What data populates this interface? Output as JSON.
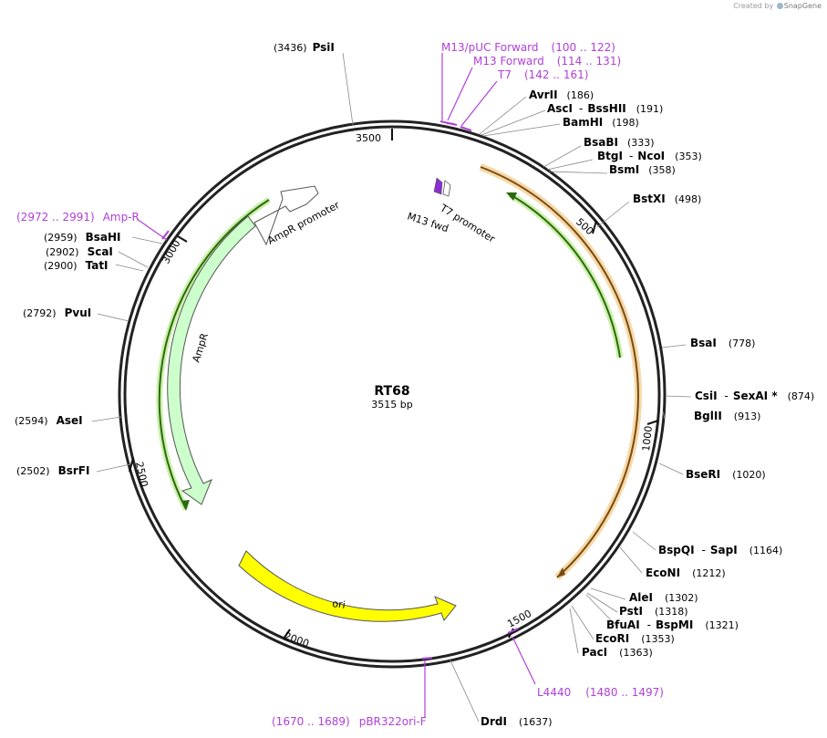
{
  "credit": {
    "prefix": "Created by",
    "brand": "SnapGene"
  },
  "plasmid": {
    "name": "RT68",
    "size_label": "3515 bp",
    "length": 3515
  },
  "colors": {
    "primer": "#b040d8",
    "ampr": "#ccffcc",
    "ori": "#ffff00",
    "orange": "#e8a040",
    "green": "#2a8a10",
    "backbone": "#222222"
  },
  "ticks": [
    {
      "pos": 500,
      "label": "500"
    },
    {
      "pos": 1000,
      "label": "1000"
    },
    {
      "pos": 1500,
      "label": "1500"
    },
    {
      "pos": 2000,
      "label": "2000"
    },
    {
      "pos": 2500,
      "label": "2500"
    },
    {
      "pos": 3000,
      "label": "3000"
    },
    {
      "pos": 3500,
      "label": "3500"
    }
  ],
  "sites": [
    {
      "name": "PsiI",
      "position": "(3436)"
    },
    {
      "name": "AvrII",
      "position": "(186)"
    },
    {
      "name": "AscI",
      "sep": "-",
      "name2": "BssHII",
      "position": "(191)"
    },
    {
      "name": "BamHI",
      "position": "(198)"
    },
    {
      "name": "BsaBI",
      "position": "(333)"
    },
    {
      "name": "BtgI",
      "sep": "-",
      "name2": "NcoI",
      "position": "(353)"
    },
    {
      "name": "BsmI",
      "position": "(358)"
    },
    {
      "name": "BstXI",
      "position": "(498)"
    },
    {
      "name": "BsaI",
      "position": "(778)"
    },
    {
      "name": "CsiI",
      "sep": "-",
      "name2": "SexAI *",
      "position": "(874)"
    },
    {
      "name": "BglII",
      "position": "(913)"
    },
    {
      "name": "BseRI",
      "position": "(1020)"
    },
    {
      "name": "BspQI",
      "sep": "-",
      "name2": "SapI",
      "position": "(1164)"
    },
    {
      "name": "EcoNI",
      "position": "(1212)"
    },
    {
      "name": "AleI",
      "position": "(1302)"
    },
    {
      "name": "PstI",
      "position": "(1318)"
    },
    {
      "name": "BfuAI",
      "sep": "-",
      "name2": "BspMI",
      "position": "(1321)"
    },
    {
      "name": "EcoRI",
      "position": "(1353)"
    },
    {
      "name": "PacI",
      "position": "(1363)"
    },
    {
      "name": "DrdI",
      "position": "(1637)"
    },
    {
      "name": "BsrFI",
      "position": "(2502)"
    },
    {
      "name": "AseI",
      "position": "(2594)"
    },
    {
      "name": "PvuI",
      "position": "(2792)"
    },
    {
      "name": "TatI",
      "position": "(2900)"
    },
    {
      "name": "ScaI",
      "position": "(2902)"
    },
    {
      "name": "BsaHI",
      "position": "(2959)"
    }
  ],
  "primers": [
    {
      "name": "M13/pUC Forward",
      "range": "(100 .. 122)"
    },
    {
      "name": "M13 Forward",
      "range": "(114 .. 131)"
    },
    {
      "name": "T7",
      "range": "(142 .. 161)"
    },
    {
      "name": "Amp-R",
      "range": "(2972 .. 2991)"
    },
    {
      "name": "L4440",
      "range": "(1480 .. 1497)"
    },
    {
      "name": "pBR322ori-F",
      "range": "(1670 .. 1689)"
    }
  ],
  "features": [
    {
      "name": "AmpR"
    },
    {
      "name": "AmpR promoter"
    },
    {
      "name": "ori"
    },
    {
      "name": "T7 promoter"
    },
    {
      "name": "M13 fwd"
    }
  ]
}
